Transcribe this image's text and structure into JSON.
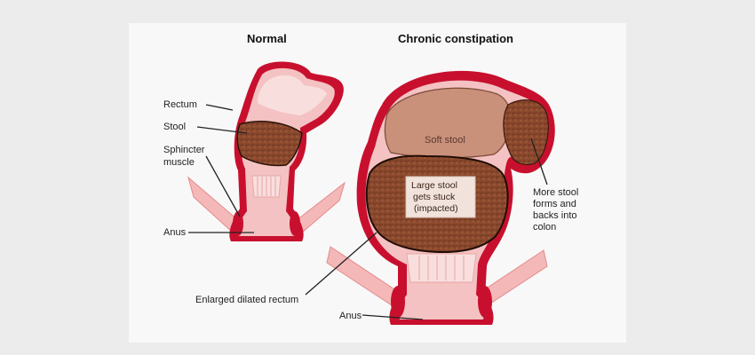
{
  "titles": {
    "normal": "Normal",
    "constipation": "Chronic constipation"
  },
  "normal_labels": {
    "rectum": "Rectum",
    "stool": "Stool",
    "sphincter_line1": "Sphincter",
    "sphincter_line2": "muscle",
    "anus": "Anus"
  },
  "constipation_labels": {
    "soft_stool": "Soft stool",
    "impacted_line1": "Large stool",
    "impacted_line2": "gets stuck",
    "impacted_line3": "(impacted)",
    "more_stool_line1": "More stool",
    "more_stool_line2": "forms and",
    "more_stool_line3": "backs into",
    "more_stool_line4": "colon",
    "enlarged_rectum": "Enlarged dilated rectum",
    "anus": "Anus"
  },
  "colors": {
    "wall_red": "#c8102e",
    "tissue_pink": "#f4c2c2",
    "tissue_light": "#f9dede",
    "stool_brown": "#8b4a2e",
    "soft_stool": "#c9907a",
    "background": "#ececec"
  }
}
